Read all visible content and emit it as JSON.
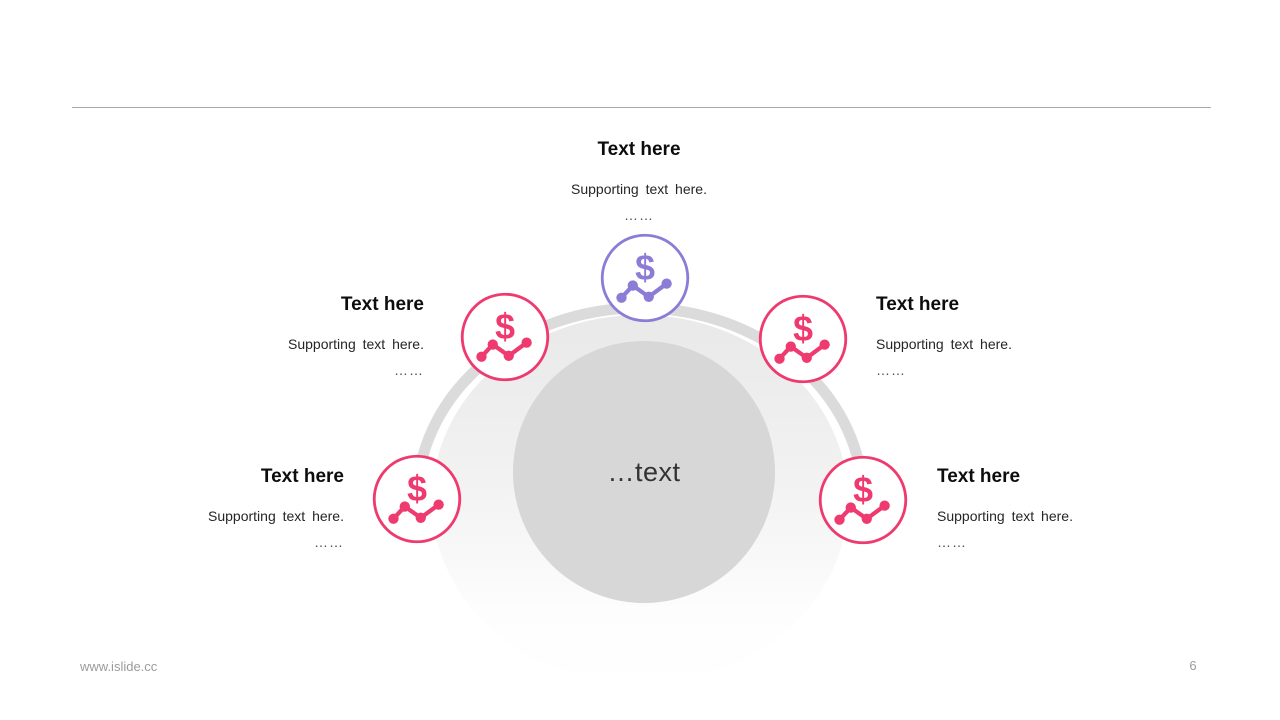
{
  "slide": {
    "divider": {
      "color": "#a9a9a9"
    },
    "arc": {
      "ring_color": "#dbdbdb",
      "fan_top_color": "#e9e9e9"
    },
    "center_circle": {
      "label": "…text",
      "fill": "#d7d7d7"
    },
    "icons": {
      "dollar_glyph": "$"
    },
    "nodes": [
      {
        "position": "top",
        "accent": "#8d7cd6",
        "title": "Text here",
        "supporting": "Supporting text here.",
        "ellipsis": "……"
      },
      {
        "position": "upper-left",
        "accent": "#ee3a6f",
        "title": "Text here",
        "supporting": "Supporting text here.",
        "ellipsis": "……"
      },
      {
        "position": "upper-right",
        "accent": "#ee3a6f",
        "title": "Text here",
        "supporting": "Supporting text here.",
        "ellipsis": "……"
      },
      {
        "position": "lower-left",
        "accent": "#ee3a6f",
        "title": "Text here",
        "supporting": "Supporting text here.",
        "ellipsis": "……"
      },
      {
        "position": "lower-right",
        "accent": "#ee3a6f",
        "title": "Text here",
        "supporting": "Supporting text here.",
        "ellipsis": "……"
      }
    ],
    "footer": {
      "website": "www.islide.cc",
      "page_number": "6"
    }
  }
}
